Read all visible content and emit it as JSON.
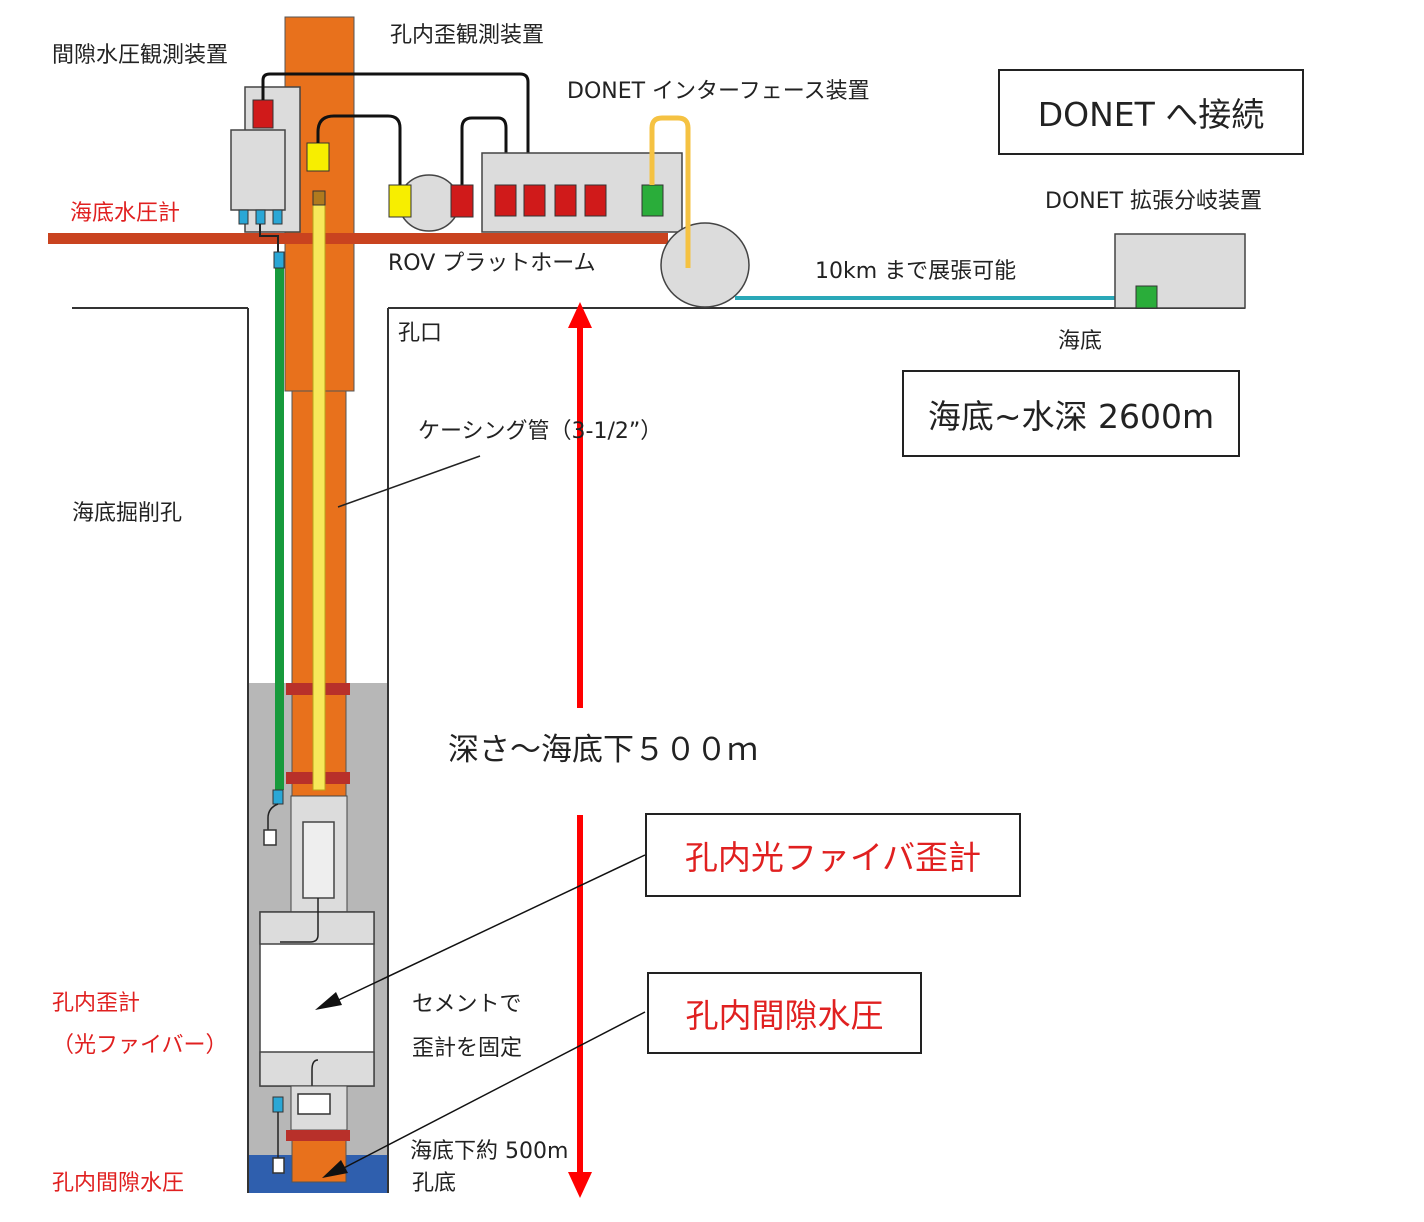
{
  "labels": {
    "pore_pressure_device": "間隙水圧観測装置",
    "strain_device": "孔内歪観測装置",
    "interface_device": "DONET インターフェース装置",
    "seafloor_pressure_gauge": "海底水圧計",
    "rov_platform": "ROV プラットホーム",
    "extension": "10km まで展張可能",
    "branch_unit": "DONET 拡張分岐装置",
    "hole_mouth": "孔口",
    "seafloor": "海底",
    "casing": "ケーシング管（3-1/2”）",
    "borehole": "海底掘削孔",
    "depth": "深さ～海底下５００ｍ",
    "cement_1": "セメントで",
    "cement_2": "歪計を固定",
    "bottom_1": "海底下約 500m",
    "bottom_2": "孔底",
    "strain_gauge_1": "孔内歪計",
    "strain_gauge_2": "（光ファイバー）",
    "pore_pressure": "孔内間隙水圧"
  },
  "boxes": {
    "connect": "DONET へ接続",
    "water_depth": "海底~水深 2600m",
    "fiber_strain": "孔内光ファイバ歪計",
    "pore_pressure": "孔内間隙水圧"
  },
  "colors": {
    "casing_orange": "#e8711c",
    "fiber_yellow": "#f7e85a",
    "cable_green": "#179a3c",
    "connector_red": "#d01a1a",
    "connector_blue": "#2aa7d6",
    "seafloor_line": "#c9431f",
    "water_blue": "#2f5fae",
    "cement_gray": "#b7b7b7",
    "depth_arrow": "#ff0000",
    "teal_cable": "#2aa8b8"
  }
}
